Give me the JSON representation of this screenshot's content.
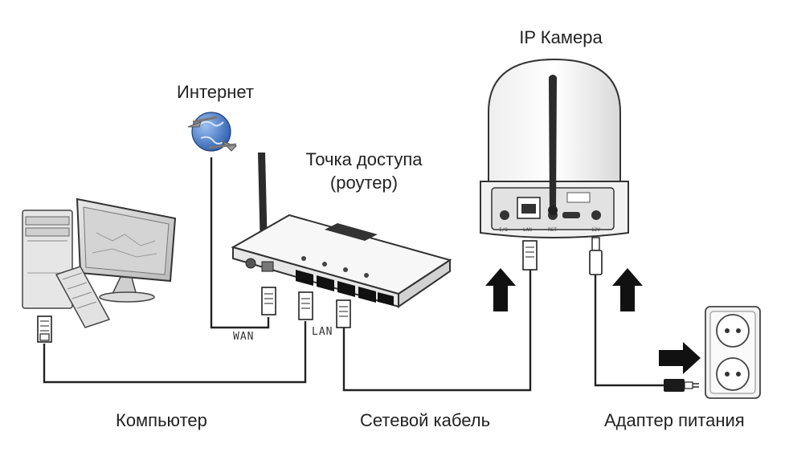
{
  "labels": {
    "internet": "Интернет",
    "router_line1": "Точка доступа",
    "router_line2": "(роутер)",
    "ip_camera": "IP Камера",
    "computer": "Компьютер",
    "network_cable": "Сетевой кабель",
    "power_adapter": "Адаптер питания"
  },
  "port_labels": {
    "wan": "WAN",
    "lan": "LAN"
  },
  "colors": {
    "line": "#222222",
    "device_fill": "#f4f4f4",
    "device_stroke": "#333333",
    "arrow": "#111111",
    "globe_blue": "#3f74c9"
  },
  "icons": [
    "computer-icon",
    "globe-icon",
    "router-icon",
    "ip-camera-icon",
    "power-outlet-icon",
    "arrow-up-icon",
    "arrow-right-icon",
    "rj45-plug-icon",
    "power-plug-icon"
  ]
}
